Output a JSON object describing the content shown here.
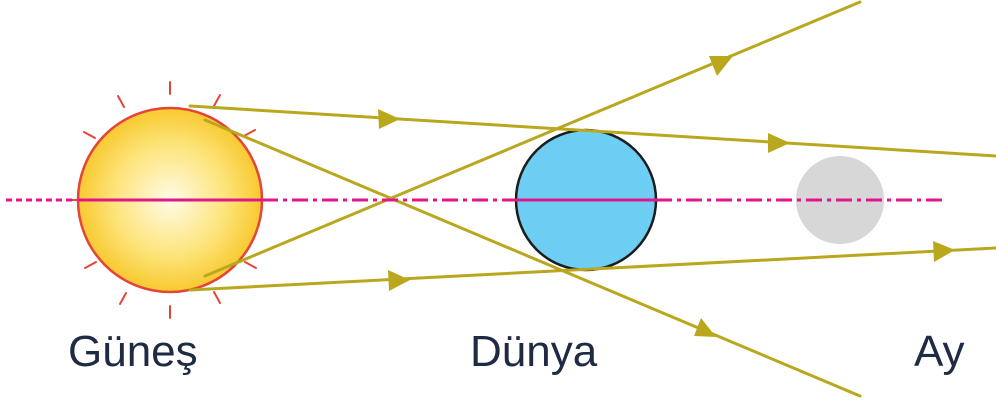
{
  "labels": {
    "sun": "Güneş",
    "earth": "Dünya",
    "moon": "Ay"
  },
  "colors": {
    "ray": "#b9a81e",
    "axis": "#e0168a",
    "sun_fill_center": "#fffbe6",
    "sun_fill_edge": "#f7c21c",
    "sun_outline": "#e3453a",
    "sun_rays": "#e3453a",
    "earth_fill": "#6dcdf2",
    "earth_outline": "#1c1c1c",
    "moon_fill": "#d7d7d7"
  }
}
